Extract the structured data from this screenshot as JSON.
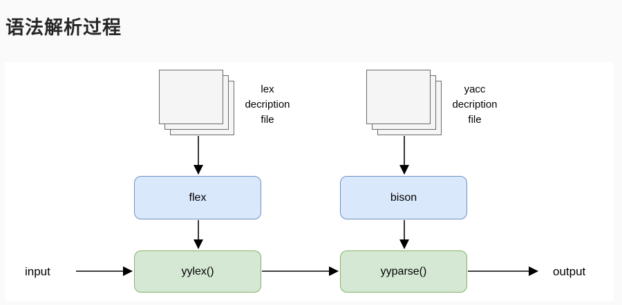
{
  "page": {
    "title": "语法解析过程",
    "background_color": "#fafafa",
    "panel_color": "#ffffff"
  },
  "diagram": {
    "file_stacks": [
      {
        "id": "lex-description-file",
        "label_lines": [
          "lex",
          "decription",
          "file"
        ]
      },
      {
        "id": "yacc-description-file",
        "label_lines": [
          "yacc",
          "decription",
          "file"
        ]
      }
    ],
    "process_boxes": [
      {
        "id": "flex",
        "label": "flex",
        "fill": "#dae8fc",
        "border": "#6c8ebf"
      },
      {
        "id": "bison",
        "label": "bison",
        "fill": "#dae8fc",
        "border": "#6c8ebf"
      },
      {
        "id": "yylex",
        "label": "yylex()",
        "fill": "#d5e8d4",
        "border": "#82b366"
      },
      {
        "id": "yyparse",
        "label": "yyparse()",
        "fill": "#d5e8d4",
        "border": "#82b366"
      }
    ],
    "io_labels": [
      {
        "id": "input",
        "label": "input"
      },
      {
        "id": "output",
        "label": "output"
      }
    ],
    "arrow_color": "#000000",
    "sheet_fill": "#f5f5f5",
    "sheet_border": "#696969"
  }
}
